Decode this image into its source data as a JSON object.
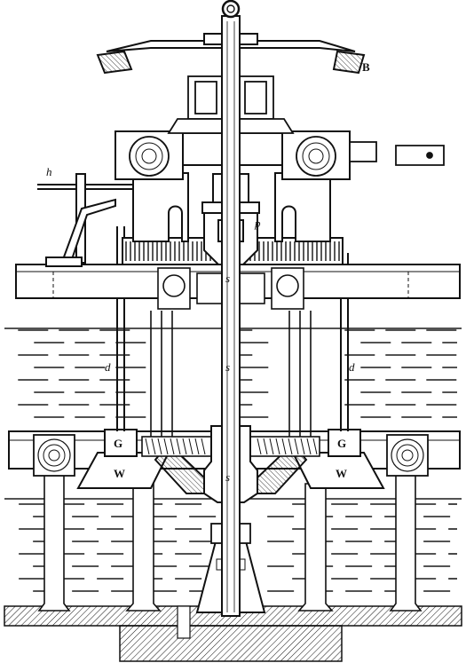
{
  "labels": {
    "B": "B",
    "h": "h",
    "p": "p",
    "s_upper": "s",
    "s_middle": "s",
    "s_lower": "s",
    "d_left": "d",
    "d_right": "d",
    "G_left": "G",
    "G_right": "G",
    "W_left": "W",
    "W_right": "W"
  },
  "colors": {
    "ink": "#111111",
    "paper": "#ffffff",
    "water": "#1a1a1a"
  }
}
